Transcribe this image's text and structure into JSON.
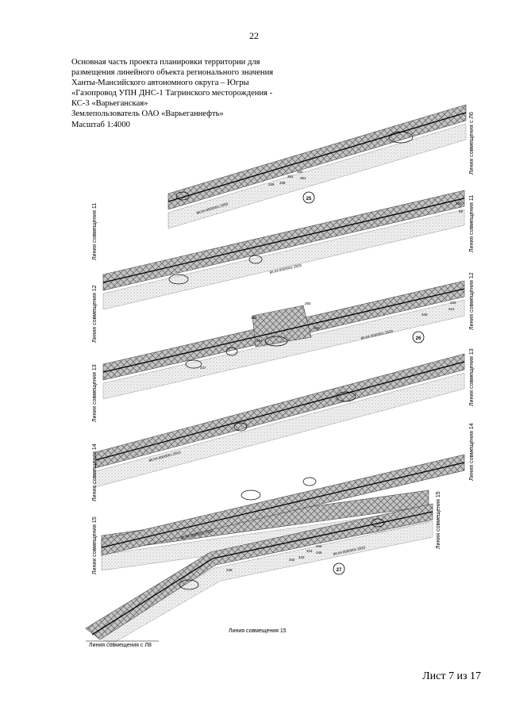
{
  "page_number": "22",
  "title_lines": [
    "Основная часть проекта планировки территории для",
    "размещения линейного объекта регионального значения",
    "Ханты-Мансийского автономного округа – Югры",
    "«Газопровод УПН ДНС-1 Тагринского месторождения -",
    "КС-3 «Варьеганская»",
    "Землепользователь ОАО «Варьеганнефть»",
    "Масштаб 1:4000"
  ],
  "sheet_label": "Лист 7 из 17",
  "match_lines": {
    "l6_right": "Линия совмещения с Л6",
    "l11_left": "Линия совмещения 11",
    "l11_right": "Линия совмещения 11",
    "l12_left": "Линия совмещения 12",
    "l12_right": "Линия совмещения 12",
    "l13_left": "Линия совмещения 13",
    "l13_right": "Линия совмещения 13",
    "l14_left": "Линия совмещения 14",
    "l14_right": "Линия совмещения 14",
    "l15_left": "Линия совмещения 15",
    "l15_right": "Линия совмещения 15",
    "l8_bottom": "Линия совмещения с Л8",
    "l15_bottom": "Линия совмещения 15"
  },
  "cadastral": {
    "strip1": "86:04:0000001:2553",
    "strip2": "86:04:0000001:2553",
    "strip3": "86:04:0000001:2553",
    "strip4": "86:04:0000001:2553",
    "strip5": "86:04:0000001:2553",
    "strip6": "86:04:0000001:2553"
  },
  "circled_numbers": {
    "c25": "25",
    "c26": "26",
    "c27": "27"
  },
  "points": {
    "p1": "350",
    "p2": "351",
    "p3": "352",
    "p4": "338",
    "p5": "339",
    "p6": "290",
    "p7": "89",
    "p8": "292",
    "p9": "293",
    "p10": "294",
    "p11": "295",
    "p12": "340",
    "p13": "341",
    "p14": "333",
    "p15": "347",
    "p16": "342",
    "p17": "343",
    "p18": "344",
    "p19": "345",
    "p20": "346",
    "p21": "348"
  }
}
